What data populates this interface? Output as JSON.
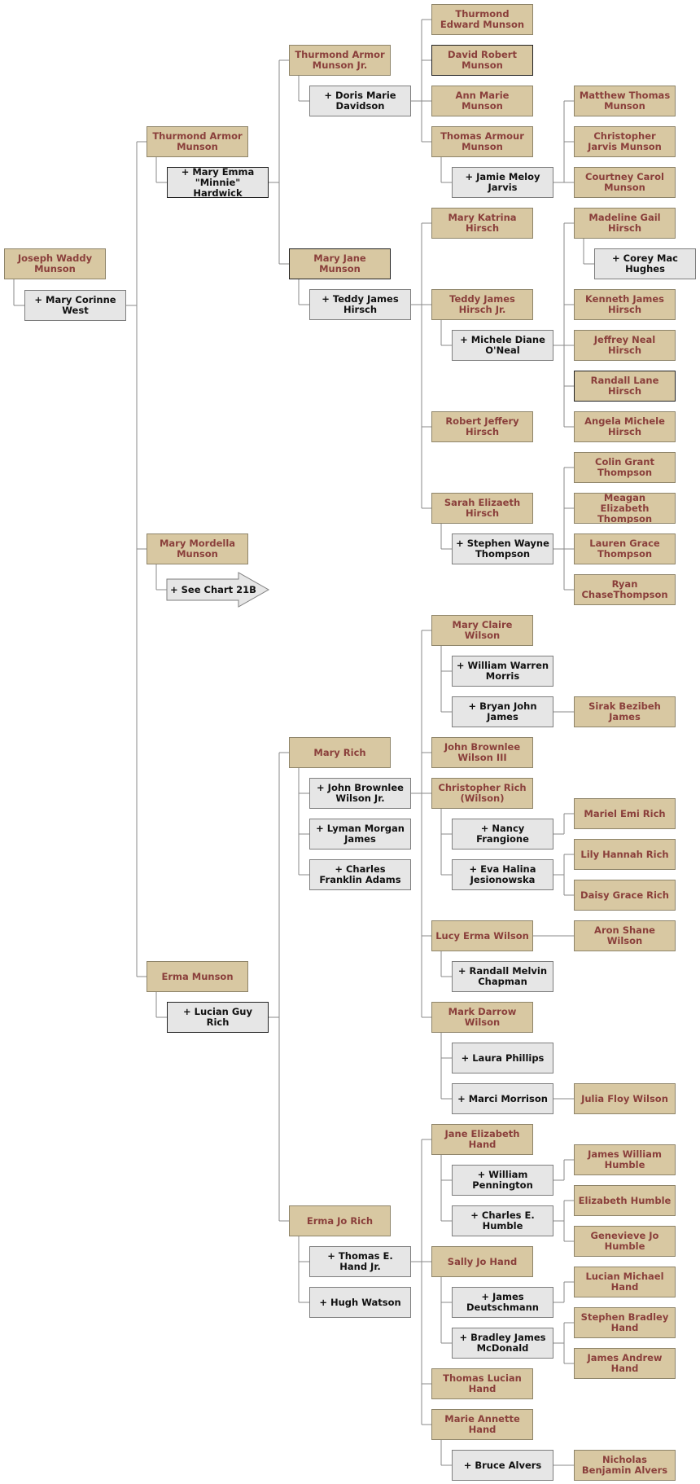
{
  "boxes": {
    "joseph": "Joseph Waddy Munson",
    "mary_corinne": "+ Mary Corinne West",
    "thurmond_armor": "Thurmond Armor Munson",
    "mary_emma": "+ Mary Emma \"Minnie\" Hardwick",
    "mary_mordella": "Mary Mordella Munson",
    "see_chart": "+ See Chart 21B",
    "erma_munson": "Erma Munson",
    "lucian_guy": "+ Lucian Guy Rich",
    "thurmond_jr": "Thurmond Armor Munson Jr.",
    "doris": "+ Doris Marie Davidson",
    "mary_jane": "Mary Jane Munson",
    "teddy_hirsch": "+ Teddy James Hirsch",
    "mary_rich": "Mary Rich",
    "john_wilson_jr": "+ John Brownlee Wilson Jr.",
    "lyman": "+ Lyman Morgan James",
    "charles_adams": "+ Charles Franklin Adams",
    "erma_jo": "Erma Jo Rich",
    "thomas_hand": "+ Thomas E. Hand Jr.",
    "hugh": "+ Hugh Watson",
    "thurmond_edward": "Thurmond Edward Munson",
    "david_robert": "David Robert Munson",
    "ann_marie": "Ann Marie Munson",
    "thomas_armour": "Thomas Armour Munson",
    "jamie": "+ Jamie Meloy Jarvis",
    "mary_katrina": "Mary Katrina Hirsch",
    "teddy_jr": "Teddy James Hirsch Jr.",
    "michele": "+ Michele Diane O'Neal",
    "robert_jeffery": "Robert Jeffery Hirsch",
    "sarah": "Sarah Elizaeth Hirsch",
    "stephen": "+ Stephen Wayne Thompson",
    "mary_claire": "Mary Claire Wilson",
    "william_morris": "+ William Warren Morris",
    "bryan": "+ Bryan John James",
    "john_iii": "John Brownlee Wilson III",
    "christopher": "Christopher Rich (Wilson)",
    "nancy": "+ Nancy Frangione",
    "eva": "+ Eva Halina Jesionowska",
    "lucy": "Lucy Erma Wilson",
    "randall_chapman": "+ Randall Melvin Chapman",
    "mark": "Mark Darrow Wilson",
    "laura": "+ Laura Phillips",
    "marci": "+ Marci Morrison",
    "jane_elizabeth": "Jane Elizabeth Hand",
    "william_pennington": "+ William Pennington",
    "charles_humble": "+ Charles E. Humble",
    "sally": "Sally Jo Hand",
    "james_deutschmann": "+ James Deutschmann",
    "bradley": "+ Bradley James McDonald",
    "thomas_lucian": "Thomas Lucian Hand",
    "marie_annette": "Marie Annette Hand",
    "bruce": "+ Bruce Alvers",
    "matthew": "Matthew Thomas Munson",
    "christopher_jarvis": "Christopher Jarvis Munson",
    "courtney": "Courtney Carol Munson",
    "madeline": "Madeline Gail Hirsch",
    "corey": "+ Corey Mac Hughes",
    "kenneth": "Kenneth James Hirsch",
    "jeffrey": "Jeffrey Neal Hirsch",
    "randall_lane": "Randall Lane Hirsch",
    "angela": "Angela Michele Hirsch",
    "colin": "Colin Grant Thompson",
    "meagan": "Meagan Elizabeth Thompson",
    "lauren": "Lauren Grace Thompson",
    "ryan": "Ryan ChaseThompson",
    "sirak": "Sirak Bezibeh James",
    "mariel": "Mariel Emi Rich",
    "lily": "Lily Hannah Rich",
    "daisy": "Daisy Grace Rich",
    "aron": "Aron Shane Wilson",
    "julia": "Julia Floy Wilson",
    "james_humble": "James William Humble",
    "elizabeth_humble": "Elizabeth Humble",
    "genevieve": "Genevieve Jo Humble",
    "lucian_michael": "Lucian Michael Hand",
    "stephen_bradley": "Stephen Bradley Hand",
    "james_andrew": "James Andrew Hand",
    "nicholas": "Nicholas Benjamin Alvers"
  }
}
